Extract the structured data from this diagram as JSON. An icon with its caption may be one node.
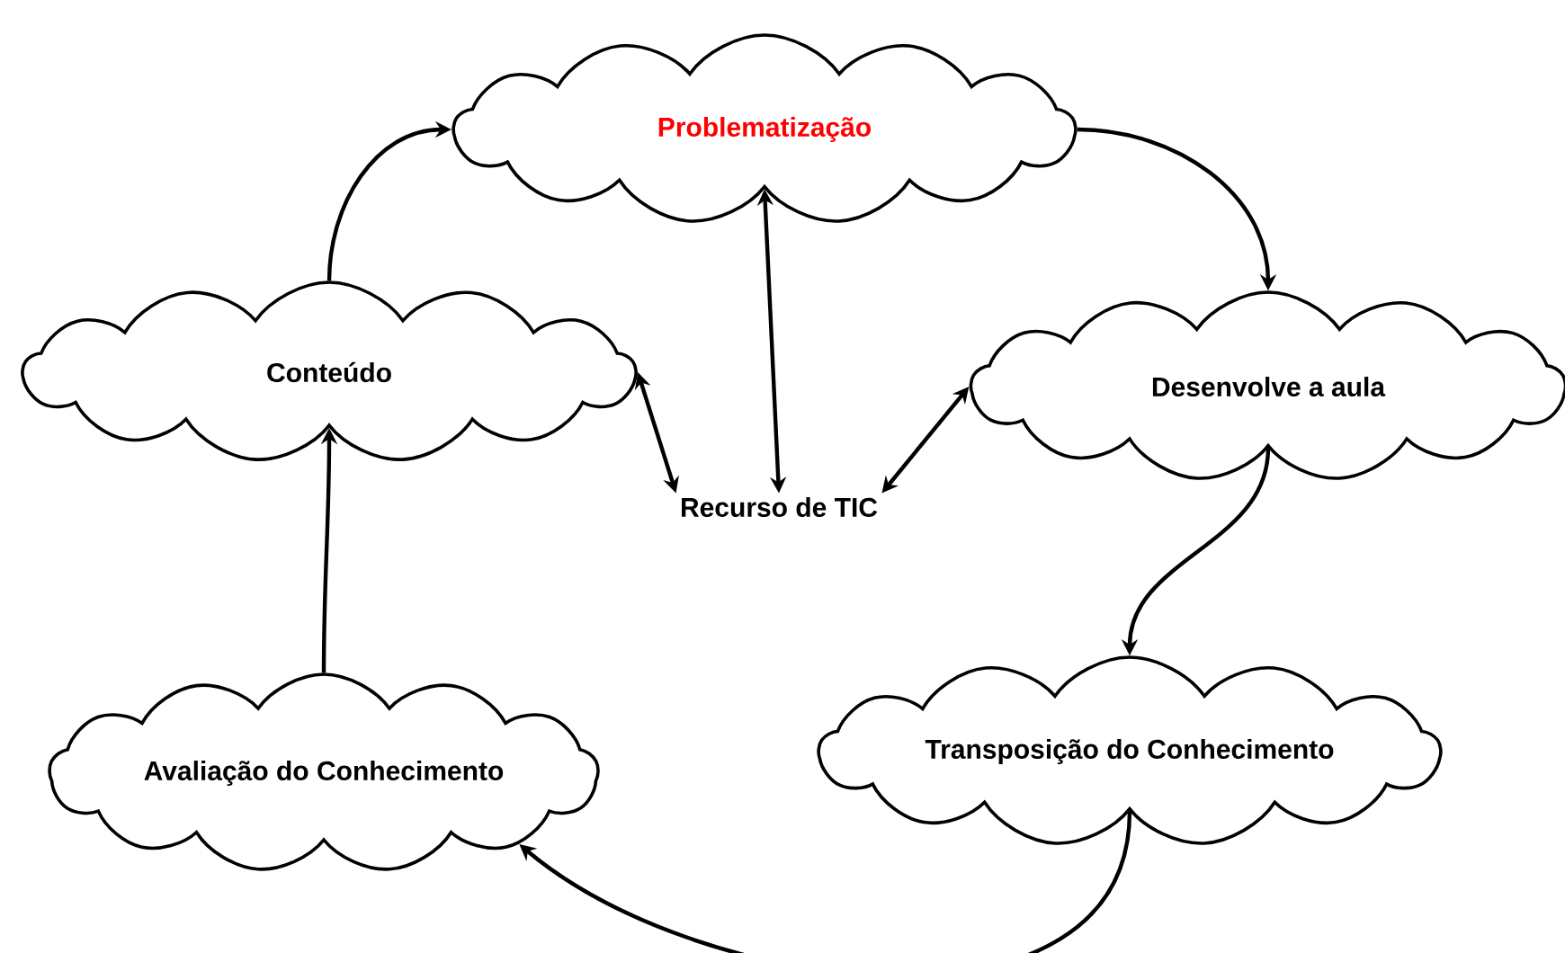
{
  "diagram": {
    "nodes": [
      {
        "text": [
          "Problematização"
        ]
      },
      {
        "text": [
          "Conteúdo"
        ]
      },
      {
        "text": [
          "Desenvolve a aula"
        ]
      },
      {
        "text": [
          "Recurso de TIC"
        ]
      },
      {
        "text": [
          "Transposição do Conhecimento"
        ]
      },
      {
        "text": [
          "Avaliação do Conhecimento"
        ]
      }
    ],
    "edges": [
      {
        "from": 1,
        "to": 0,
        "arrow": "to"
      },
      {
        "from": 0,
        "to": 2,
        "arrow": "to"
      },
      {
        "from": 2,
        "to": 4,
        "arrow": "to"
      },
      {
        "from": 4,
        "to": 5,
        "arrow": "to"
      },
      {
        "from": 5,
        "to": 1,
        "arrow": "to"
      },
      {
        "from": 3,
        "to": 0,
        "arrow": "both"
      },
      {
        "from": 3,
        "to": 1,
        "arrow": "both"
      },
      {
        "from": 3,
        "to": 2,
        "arrow": "both"
      }
    ]
  }
}
